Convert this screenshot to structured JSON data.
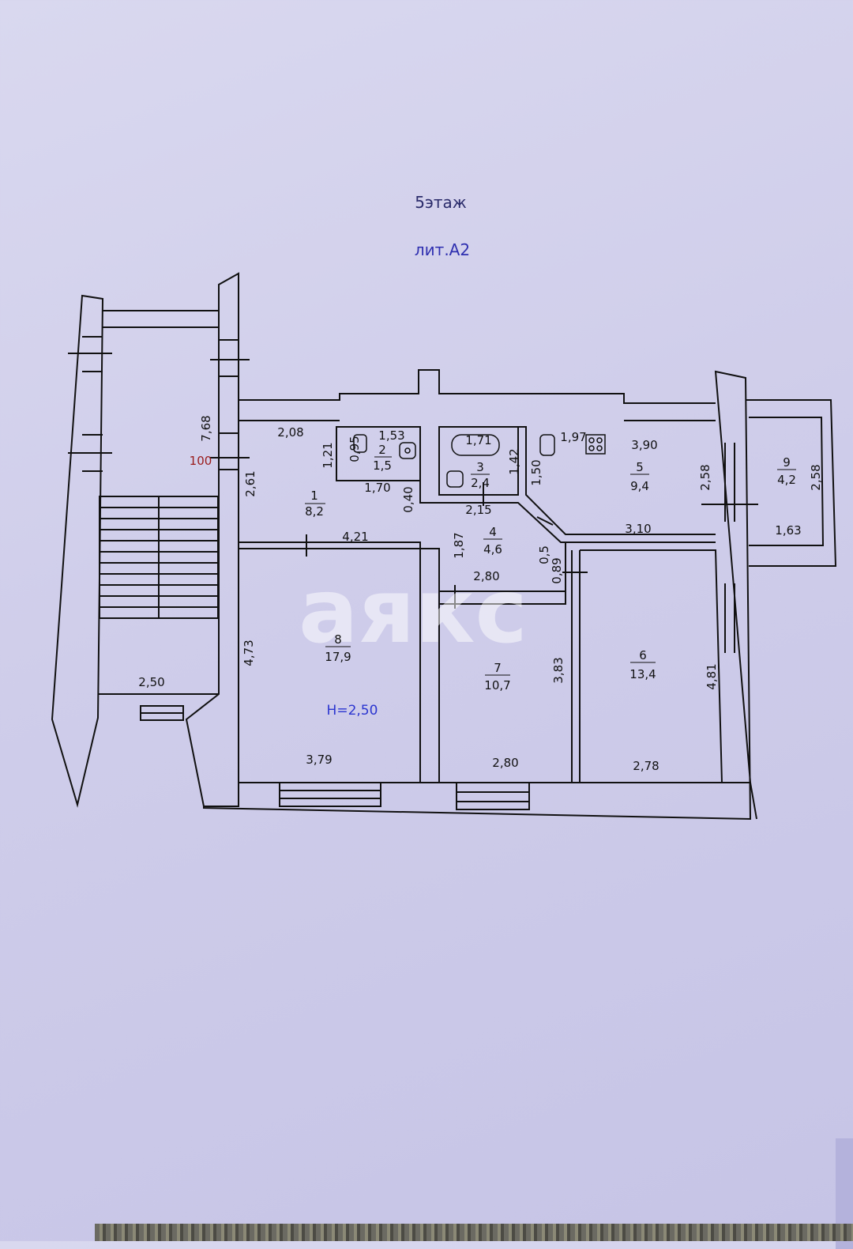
{
  "header": {
    "floor": "5этаж",
    "litera": "лит.А2"
  },
  "watermark": "аякс",
  "height_note": "H=2,50",
  "mark_100": "100",
  "rooms": [
    {
      "no": "1",
      "area": "8,2"
    },
    {
      "no": "2",
      "area": "1,5"
    },
    {
      "no": "3",
      "area": "2,4"
    },
    {
      "no": "4",
      "area": "4,6"
    },
    {
      "no": "5",
      "area": "9,4"
    },
    {
      "no": "6",
      "area": "13,4"
    },
    {
      "no": "7",
      "area": "10,7"
    },
    {
      "no": "8",
      "area": "17,9"
    },
    {
      "no": "9",
      "area": "4,2"
    }
  ],
  "dimensions": {
    "stair_height": "7,68",
    "stair_width": "2,50",
    "r1_top": "2,08",
    "r1_side": "2,61",
    "r1_small": "1,21",
    "r1_bottom": "4,21",
    "r1_gap": "0,40",
    "r2_top": "1,53",
    "r2_side": "0,95",
    "r2_bottom": "1,70",
    "r3_top": "1,71",
    "r3_side": "1,42",
    "r4_top": "2,15",
    "r4_side": "1,87",
    "r4_bottom": "2,80",
    "r4_small_a": "0,5",
    "r4_small_b": "0,89",
    "r5_top_left": "1,97",
    "r5_top": "3,90",
    "r5_left": "1,50",
    "r5_right": "2,58",
    "r5_bottom": "3,10",
    "r9_side": "2,58",
    "r9_bottom": "1,63",
    "r8_side": "4,73",
    "r8_bottom": "3,79",
    "r7_side": "3,83",
    "r7_bottom": "2,80",
    "r6_side": "4,81",
    "r6_bottom": "2,78"
  }
}
